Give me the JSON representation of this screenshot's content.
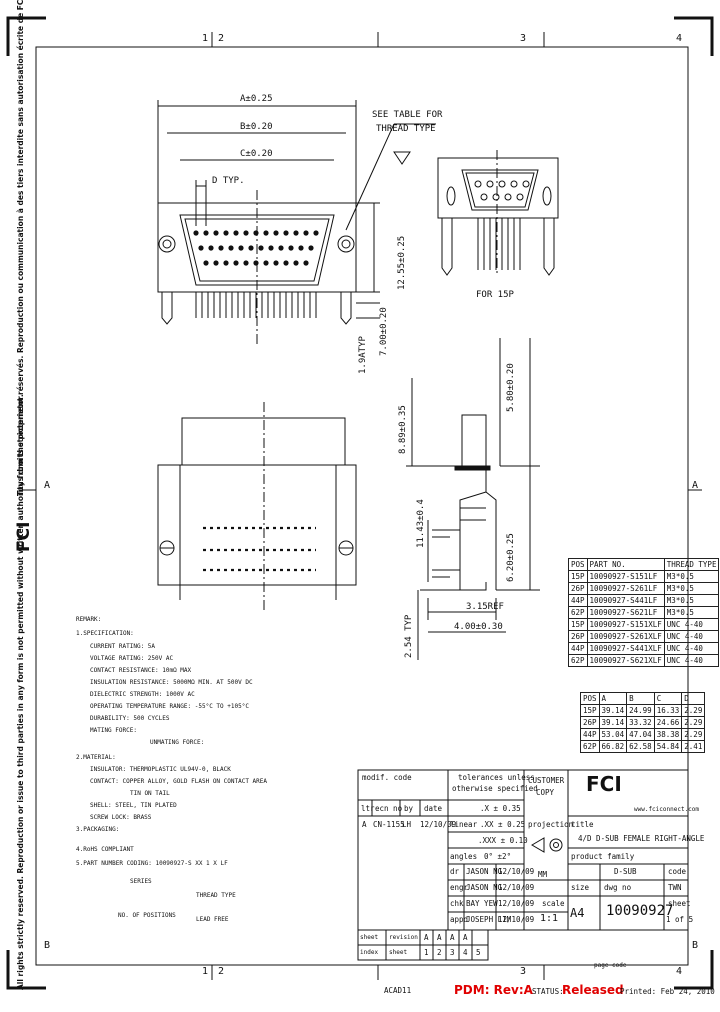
{
  "border": {
    "zones_top": [
      "1",
      "2",
      "3",
      "4"
    ],
    "zones_bottom": [
      "1",
      "2",
      "3",
      "4"
    ],
    "zones_left": [
      "A",
      "B"
    ],
    "zones_right": [
      "A",
      "B"
    ]
  },
  "side_notice": {
    "fr": "Tous droits strictement réservés. Reproduction ou communication à des tiers interdite sans autorisation écrite de FCI.",
    "en": "All rights strictly reserved. Reproduction or issue to third parties in any form is not permitted without written authority from the proprietor."
  },
  "logo": {
    "text": "FCI"
  },
  "front_view": {
    "dim_a": "A±0.25",
    "dim_b": "B±0.20",
    "dim_c": "C±0.20",
    "dim_d": "D TYP.",
    "see_table": "SEE TABLE FOR",
    "thread_type": "THREAD TYPE",
    "dim_height": "12.55±0.25",
    "dim_typ": "1.9ATYP",
    "dim_700": "7.00±0.20"
  },
  "small_view": {
    "caption": "FOR 15P"
  },
  "side_view": {
    "dim_580": "5.80±0.20",
    "dim_889": "8.89±0.35",
    "dim_1143": "11.43±0.4",
    "dim_620": "6.20±0.25",
    "dim_315": "3.15REF",
    "dim_254": "2.54 TYP",
    "dim_400": "4.00±0.30"
  },
  "part_table": {
    "headers": [
      "POS",
      "PART NO.",
      "THREAD TYPE"
    ],
    "rows": [
      [
        "15P",
        "10090927-S151LF",
        "M3*0.5"
      ],
      [
        "26P",
        "10090927-S261LF",
        "M3*0.5"
      ],
      [
        "44P",
        "10090927-S441LF",
        "M3*0.5"
      ],
      [
        "62P",
        "10090927-S621LF",
        "M3*0.5"
      ],
      [
        "15P",
        "10090927-S151XLF",
        "UNC 4-40"
      ],
      [
        "26P",
        "10090927-S261XLF",
        "UNC 4-40"
      ],
      [
        "44P",
        "10090927-S441XLF",
        "UNC 4-40"
      ],
      [
        "62P",
        "10090927-S621XLF",
        "UNC 4-40"
      ]
    ]
  },
  "dim_table": {
    "headers": [
      "POS",
      "A",
      "B",
      "C",
      "D"
    ],
    "rows": [
      [
        "15P",
        "39.14",
        "24.99",
        "16.33",
        "2.29"
      ],
      [
        "26P",
        "39.14",
        "33.32",
        "24.66",
        "2.29"
      ],
      [
        "44P",
        "53.04",
        "47.04",
        "38.38",
        "2.29"
      ],
      [
        "62P",
        "66.82",
        "62.58",
        "54.84",
        "2.41"
      ]
    ]
  },
  "notes": {
    "l1": "REMARK:",
    "l2": "1.SPECIFICATION:",
    "l3": "CURRENT RATING: 5A",
    "l4": "VOLTAGE RATING: 250V AC",
    "l5": "CONTACT RESISTANCE: 10mΩ MAX",
    "l6": "INSULATION RESISTANCE: 5000MΩ MIN. AT 500V DC",
    "l7": "DIELECTRIC STRENGTH: 1000V AC",
    "l8": "OPERATING TEMPERATURE RANGE: -55°C TO +105°C",
    "l9": "DURABILITY: 500 CYCLES",
    "l10": "MATING FORCE:",
    "l11": "UNMATING FORCE:",
    "l12": "2.MATERIAL:",
    "l13": "INSULATOR: THERMOPLASTIC UL94V-0, BLACK",
    "l14": "CONTACT: COPPER ALLOY, GOLD FLASH ON CONTACT AREA",
    "l15": "TIN ON TAIL",
    "l16": "SHELL: STEEL, TIN PLATED",
    "l17": "SCREW LOCK: BRASS",
    "l18": "3.PACKAGING:",
    "l19": "4.RoHS COMPLIANT",
    "l20": "5.PART NUMBER CODING: 10090927-S XX 1 X LF",
    "l21": "SERIES",
    "l22": "NO. OF POSITIONS",
    "l23": "THREAD TYPE",
    "l24": "LEAD FREE"
  },
  "title_block": {
    "modif_code": "modif. code",
    "tolerances": "tolerances unless",
    "otherwise": "otherwise specified",
    "customer": "CUSTOMER",
    "copy": "COPY",
    "tol1": ".X  ± 0.35",
    "tol2": ".XX  ± 0.25",
    "tol3": ".XXX  ± 0.10",
    "angles_label": "angles",
    "angles_val": "0° ±2°",
    "linear": "linear",
    "projection": "projection",
    "ltr": "ltr",
    "ecn": "ecn no",
    "by": "by",
    "date": "date",
    "rev_ltr": "A",
    "rev_ecn": "CN-1155",
    "rev_by": "LH",
    "rev_date": "12/10/09",
    "dr": "dr",
    "dr_name": "JASON NG",
    "dr_date": "12/10/09",
    "engr": "engr",
    "engr_name": "JASON NG",
    "engr_date": "12/10/09",
    "chk": "chk",
    "chk_name": "BAY YEW",
    "chk_date": "12/10/09",
    "appd": "appd",
    "appd_name": "JOSEPH LIM",
    "appd_date": "12/10/09",
    "units": "MM",
    "scale_label": "scale",
    "scale_val": "1:1",
    "title_label": "title",
    "title_val": "4/D D-SUB FEMALE RIGHT-ANGLE",
    "family_label": "product family",
    "family_val": "D-SUB",
    "code_label": "code",
    "code_val": "TWN",
    "size_label": "size",
    "size_val": "A4",
    "dwg_label": "dwg no",
    "dwg_val": "10090927",
    "sheet_label": "sheet",
    "sheet_val": "1 of 5",
    "website": "www.fciconnect.com",
    "logo": "FCI",
    "sheet_row": [
      "sheet",
      "revision",
      "A",
      "A",
      "A",
      "A"
    ],
    "index_row": [
      "index",
      "sheet",
      "1",
      "2",
      "3",
      "4",
      "5"
    ],
    "page_code": "page code"
  },
  "footer": {
    "left": "ACAD11",
    "pdm": "PDM: Rev:A",
    "status_label": "STATUS:",
    "status_val": "Released",
    "printed": "Printed: Feb 24, 2010"
  }
}
